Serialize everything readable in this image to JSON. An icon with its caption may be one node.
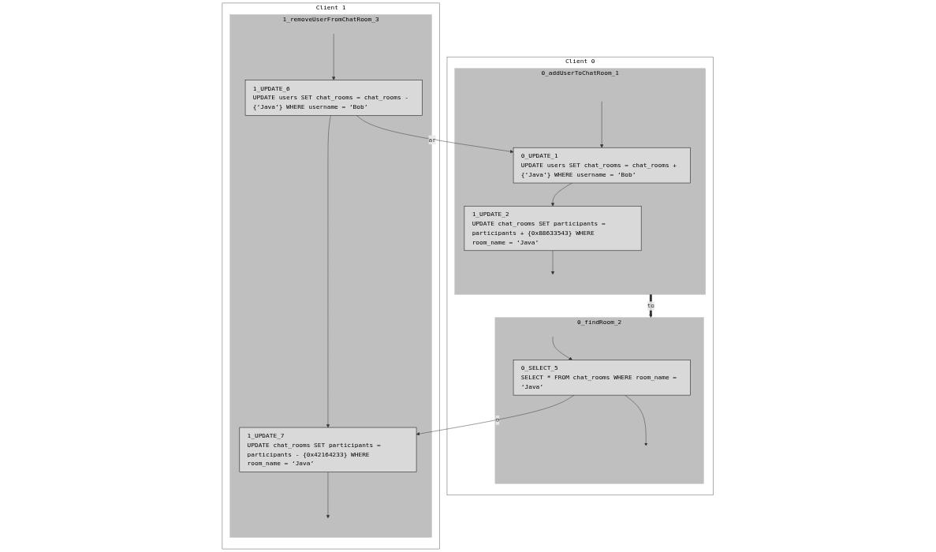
{
  "diagram": {
    "nodes": [
      {
        "text": [
          "Client 0"
        ]
      },
      {
        "text": [
          "0_addUserToChatRoom_1"
        ],
        "in": 0
      },
      {
        "text": [
          "0_UPDATE_1",
          "UPDATE users SET chat_rooms = chat_rooms + {‘Java’} WHERE username = ‘Bob’"
        ],
        "in": 1
      },
      {
        "text": [
          "1_UPDATE_2",
          "UPDATE chat_rooms SET participants = participants + {0x88633543} WHERE room_name = ‘Java’"
        ],
        "in": 1
      },
      {
        "text": [
          "0_findRoom_2"
        ],
        "in": 0
      },
      {
        "text": [
          "0_SELECT_5",
          "SELECT * FROM chat_rooms WHERE room_name = ‘Java’"
        ],
        "in": 4
      },
      {
        "text": [
          "Client 1"
        ]
      },
      {
        "text": [
          "1_removeUserFromChatRoom_3"
        ],
        "in": 6
      },
      {
        "text": [
          "1_UPDATE_6",
          "UPDATE users SET chat_rooms = chat_rooms - {‘Java’} WHERE username = ‘Bob’"
        ],
        "in": 7
      },
      {
        "text": [
          "1_UPDATE_7",
          "UPDATE chat_rooms SET participants = participants - {0x42164233} WHERE room_name = ‘Java’"
        ],
        "in": 7
      }
    ],
    "edges": [
      {
        "from": null,
        "to": 2,
        "arrow": "to"
      },
      {
        "from": 2,
        "to": 3,
        "arrow": "to"
      },
      {
        "from": 3,
        "to": null,
        "arrow": "to"
      },
      {
        "from": 1,
        "to": 4,
        "arrow": "to",
        "label": "to",
        "style": "thick"
      },
      {
        "from": null,
        "to": 5,
        "arrow": "to"
      },
      {
        "from": 5,
        "to": null,
        "arrow": "to"
      },
      {
        "from": null,
        "to": 8,
        "arrow": "to"
      },
      {
        "from": 8,
        "to": 9,
        "arrow": "to"
      },
      {
        "from": 9,
        "to": null,
        "arrow": "to"
      },
      {
        "from": 8,
        "to": 2,
        "arrow": "to",
        "label": "ar"
      },
      {
        "from": 5,
        "to": 9,
        "arrow": "to",
        "label": "⊖"
      }
    ]
  }
}
